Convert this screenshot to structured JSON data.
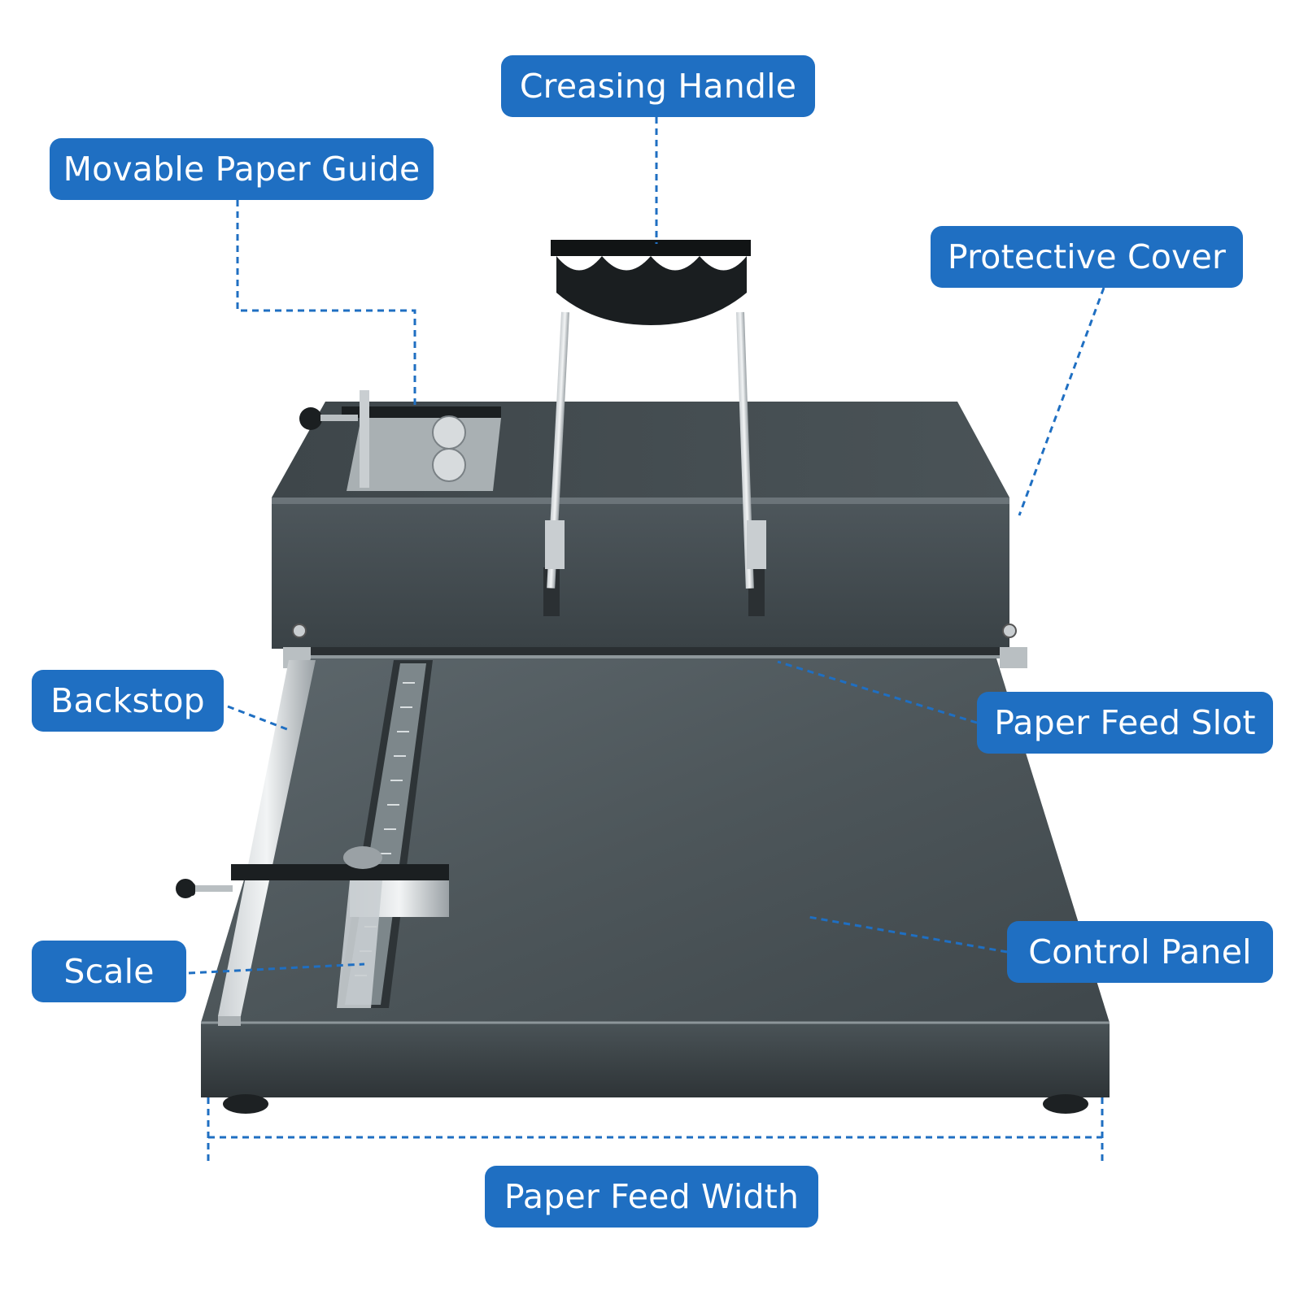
{
  "labels": {
    "creasing_handle": "Creasing Handle",
    "movable_paper_guide": "Movable Paper Guide",
    "protective_cover": "Protective Cover",
    "backstop": "Backstop",
    "paper_feed_slot": "Paper Feed Slot",
    "scale": "Scale",
    "control_panel": "Control Panel",
    "paper_feed_width": "Paper Feed Width"
  },
  "colors": {
    "callout_fill": "#1f6fc2",
    "callout_text": "#ffffff",
    "leader_line": "#1f6fc2",
    "machine_body": "#4a5256",
    "background": "#ffffff"
  }
}
